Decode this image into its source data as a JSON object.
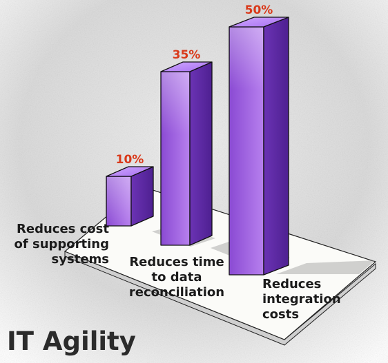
{
  "chart_data": {
    "type": "bar",
    "title": "IT Agility",
    "categories": [
      "Reduces cost\nof supporting\nsystems",
      "Reduces time\nto data\nreconciliation",
      "Reduces\nintegration\ncosts"
    ],
    "values": [
      10,
      35,
      50
    ],
    "value_labels": [
      "10%",
      "35%",
      "50%"
    ],
    "ylim": [
      0,
      50
    ],
    "grid": false,
    "colors": {
      "bar": "#9b59d9",
      "bar_dark": "#5d2aa0",
      "value_label": "#d9391a",
      "platform": "#ffffff",
      "outline": "#111111"
    }
  }
}
